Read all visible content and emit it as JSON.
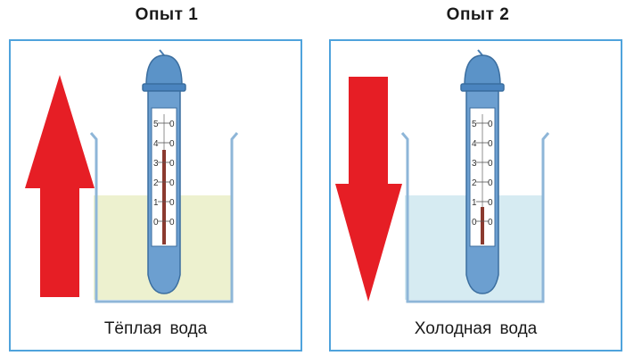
{
  "experiments": [
    {
      "title": "Опыт  1",
      "caption": "Тёплая  вода",
      "arrow": "up",
      "water_color": "#edf1cf",
      "arrow_color": "#e61e25"
    },
    {
      "title": "Опыт  2",
      "caption": "Холодная  вода",
      "arrow": "down",
      "water_color": "#d6ebf2",
      "arrow_color": "#e61e25"
    }
  ],
  "thermometer": {
    "scale_labels": [
      "5",
      "4",
      "3",
      "2",
      "1",
      "0"
    ],
    "zero_labels": [
      "0",
      "0",
      "0",
      "0",
      "0",
      "0"
    ]
  },
  "colors": {
    "frame": "#4fa3dc",
    "thermometer_body": "#5b93c8"
  }
}
